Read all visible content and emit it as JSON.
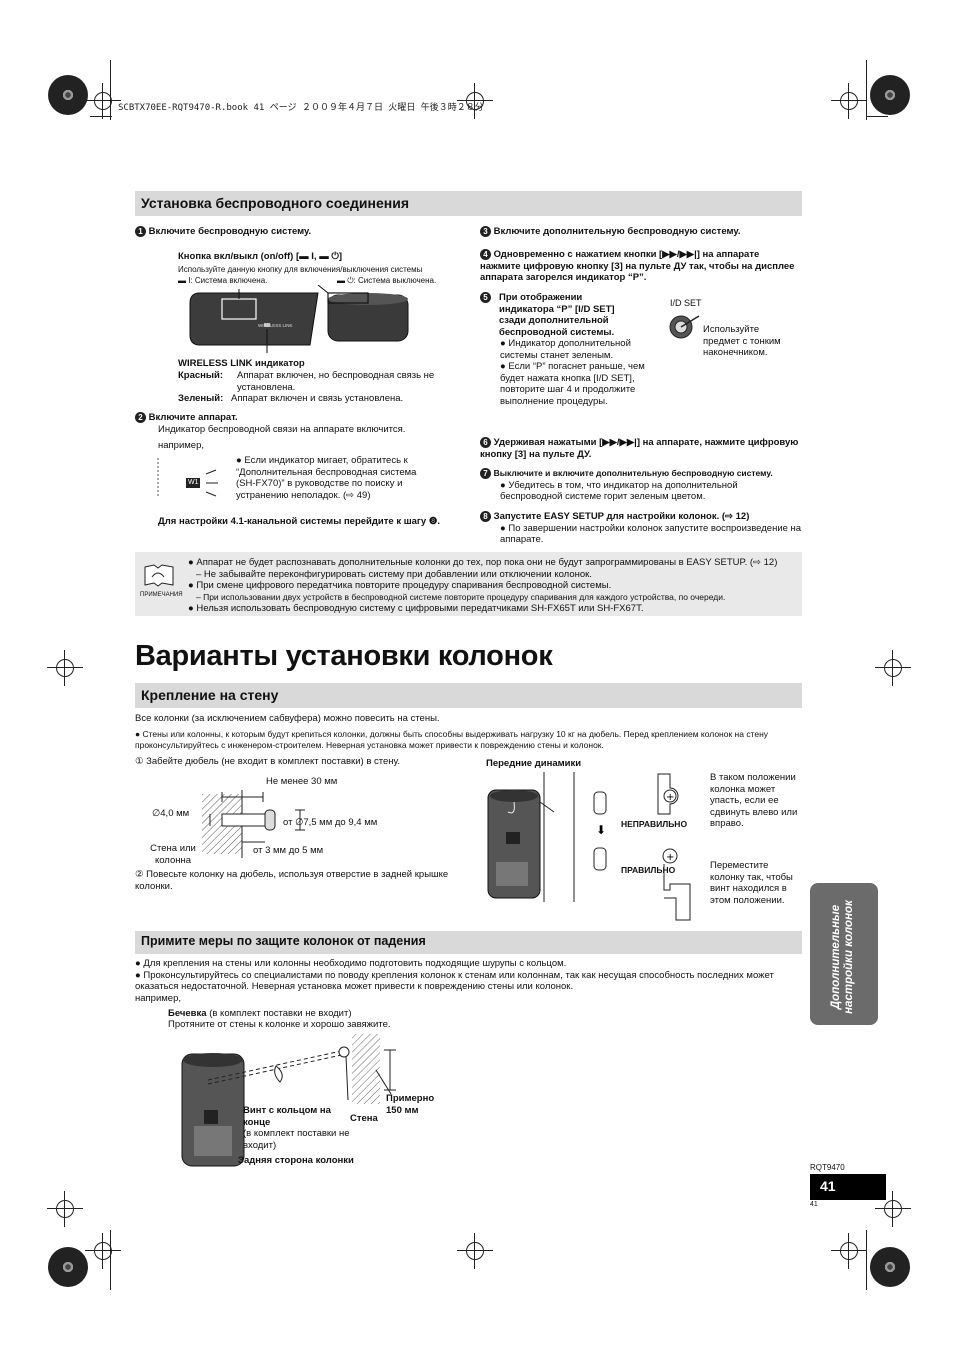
{
  "header_line": "SCBTX70EE-RQT9470-R.book  41 ページ  ２００９年４月７日  火曜日  午後３時２８分",
  "section1": {
    "title": "Установка беспроводного соединения",
    "step1": {
      "num": "1",
      "title": "Включите беспроводную систему.",
      "switch_label": "Кнопка вкл/выкл (on/off) [▬ I, ▬ ⏻]",
      "switch_desc": "Используйте данную кнопку для включения/выключения системы",
      "on_label": "▬ I: Система включена.",
      "off_label": "▬ ⏻: Система выключена.",
      "device_text": "WIRELESS LINK",
      "indicator_title": "WIRELESS LINK индикатор",
      "red_label": "Красный:",
      "red_text": "Аппарат включен, но беспроводная связь не установлена.",
      "green_label": "Зеленый:",
      "green_text": "Аппарат включен и связь установлена."
    },
    "step2": {
      "num": "2",
      "title": "Включите аппарат.",
      "text": "Индикатор беспроводной связи на аппарате включится.",
      "example": "например,",
      "bullet": "Если индикатор мигает, обратитесь к “Дополнительная беспроводная система (SH-FX70)” в руководстве по поиску и устранению неполадок. (⇨ 49)",
      "w_icon": "W1"
    },
    "step_41": "Для настройки 4.1-канальной системы перейдите к шагу ❽.",
    "step3": {
      "num": "3",
      "text": "Включите дополнительную беспроводную систему."
    },
    "step4": {
      "num": "4",
      "text": "Одновременно с нажатием кнопки [▶▶/▶▶|] на аппарате нажмите цифровую кнопку [3] на пульте ДУ так, чтобы на дисплее аппарата загорелся индикатор “P”."
    },
    "step5": {
      "num": "5",
      "title": "При отображении индикатора “P” [I/D SET] сзади дополнительной беспроводной системы.",
      "bullet1": "Индикатор дополнительной системы станет зеленым.",
      "bullet2": "Если “P” погаснет раньше, чем будет нажата кнопка [I/D SET], повторите шаг 4 и продолжите выполнение процедуры.",
      "idset_label": "I/D SET",
      "idset_desc": "Используйте предмет с тонким наконечником."
    },
    "step6": {
      "num": "6",
      "text": "Удерживая нажатыми [▶▶/▶▶|] на аппарате, нажмите цифровую кнопку [3] на пульте ДУ."
    },
    "step7": {
      "num": "7",
      "text": "Выключите и включите дополнительную беспроводную систему.",
      "bullet": "Убедитесь в том, что индикатор на дополнительной беспроводной системе горит зеленым цветом."
    },
    "step8": {
      "num": "8",
      "text": "Запустите EASY SETUP для настройки колонок. (⇨ 12)",
      "bullet": "По завершении настройки колонок запустите воспроизведение на аппарате."
    }
  },
  "note": {
    "icon_label": "ПРИМЕЧАНИЯ",
    "line1": "Аппарат не будет распознавать дополнительные колонки до тех, пор пока они не будут запрограммированы в EASY SETUP. (⇨ 12)",
    "line1b": "– Не забывайте переконфигурировать систему при добавлении или отключении колонок.",
    "line2": "При смене цифрового передатчика повторите процедуру спаривания беспроводной системы.",
    "line2b": "– При использовании двух устройств в беспроводной системе повторите процедуру спаривания для каждого устройства, по очереди.",
    "line3": "Нельзя использовать беспроводную систему с цифровыми передатчиками SH-FX65T или SH-FX67T."
  },
  "main_title": "Варианты установки колонок",
  "wall": {
    "title": "Крепление на стену",
    "intro": "Все колонки (за исключением сабвуфера) можно повесить на стены.",
    "warning": "Стены или колонны, к которым будут крепиться колонки, должны быть способны выдерживать нагрузку 10 кг на дюбель. Перед креплением колонок на стену проконсультируйтесь с инженером-строителем. Неверная установка может привести к повреждению стены и колонок.",
    "step1": "① Забейте дюбель (не входит в комплект поставки) в стену.",
    "dim_min30": "Не менее 30 мм",
    "dim_d4": "∅4,0 мм",
    "dim_head": "от ∅7,5 мм до 9,4 мм",
    "dim_wall": "Стена или колонна",
    "dim_gap": "от 3 мм до 5 мм",
    "step2": "② Повесьте колонку на дюбель, используя отверстие в задней крышке колонки.",
    "front_title": "Передние динамики",
    "wrong_label": "НЕПРАВИЛЬНО",
    "wrong_text": "В таком положении колонка может упасть, если ее сдвинуть влево или вправо.",
    "right_label": "ПРАВИЛЬНО",
    "right_text": "Переместите колонку так, чтобы винт находился в этом положении."
  },
  "fall": {
    "title": "Примите меры по защите колонок от падения",
    "b1": "Для крепления на стены или колонны необходимо подготовить подходящие шурупы с кольцом.",
    "b2": "Проконсультируйтесь со специалистами по поводу крепления колонок к стенам или колоннам, так как несущая способность последних может оказаться недостаточной. Неверная установка может привести к повреждению стены или колонок.",
    "example": "например,",
    "string_bold": "Бечевка",
    "string_rest": " (в комплект поставки не входит)",
    "string_line2": "Протяните от стены к колонке и хорошо завяжите.",
    "screw_bold": "Винт с кольцом на конце",
    "screw_rest": "(в комплект поставки не входит)",
    "wall_label": "Стена",
    "approx": "Примерно 150 мм",
    "back_label": "Задняя сторона колонки"
  },
  "side_tab": "Дополнительные настройки колонок",
  "footer": {
    "rqt": "RQT9470",
    "page": "41",
    "small": "41"
  }
}
